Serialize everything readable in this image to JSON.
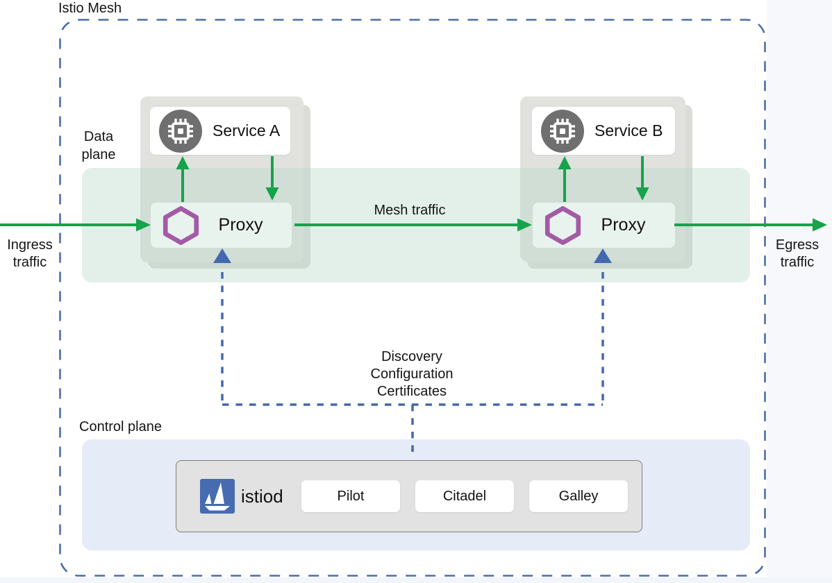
{
  "page": {
    "title": "Istio Mesh"
  },
  "planes": {
    "data": {
      "label": "Data plane"
    },
    "control": {
      "label": "Control plane"
    }
  },
  "traffic": {
    "ingress": "Ingress traffic",
    "egress": "Egress traffic",
    "mesh": "Mesh traffic"
  },
  "control_channel": {
    "lines": [
      "Discovery",
      "Configuration",
      "Certificates"
    ]
  },
  "services": [
    {
      "name": "Service A",
      "proxy_label": "Proxy"
    },
    {
      "name": "Service B",
      "proxy_label": "Proxy"
    }
  ],
  "istiod": {
    "name": "istiod",
    "components": [
      {
        "name": "Pilot"
      },
      {
        "name": "Citadel"
      },
      {
        "name": "Galley"
      }
    ]
  },
  "colors": {
    "mesh_border": "#4a6da8",
    "traffic_arrow_green": "#16a34b",
    "config_arrow_blue": "#4468ad",
    "proxy_hexagon_purple": "#a35ba6",
    "istio_logo_blue": "#466bb0",
    "service_icon_gray": "#6f6f6f",
    "data_plane_band": "#e3efe9",
    "pod_fill": "#e1e1de",
    "proxy_fill": "#e9f3ee",
    "control_plane_fill": "#e5ebf7",
    "istiod_fill": "#e2e2e2"
  }
}
